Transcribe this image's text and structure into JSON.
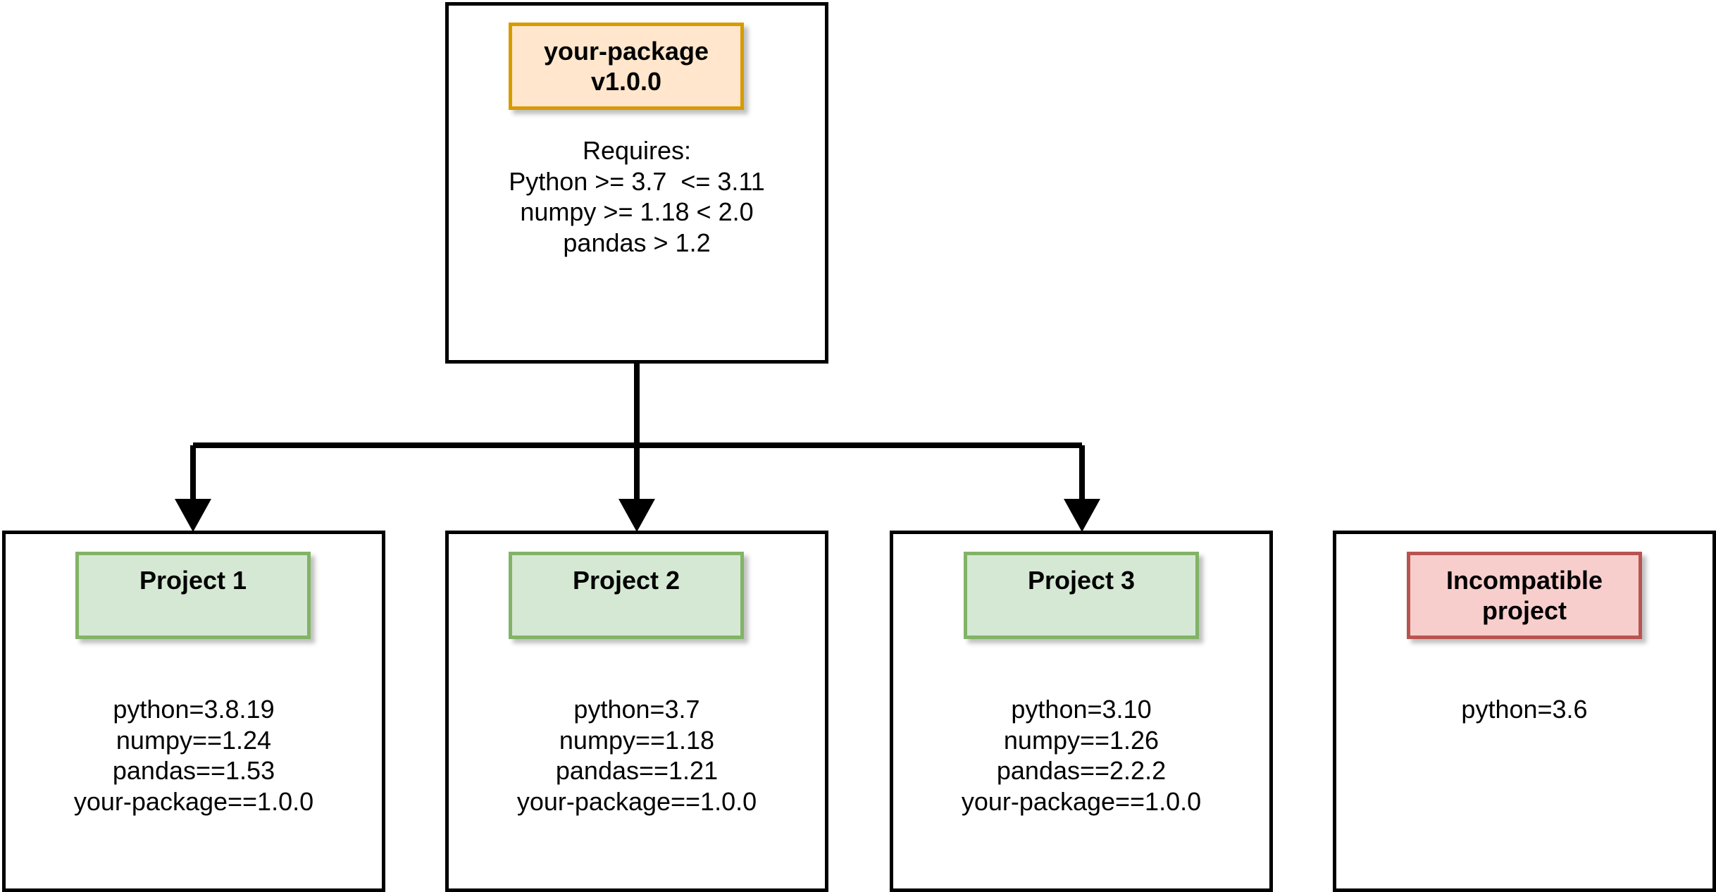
{
  "package": {
    "name": "your-package",
    "version": "v1.0.0",
    "requires_title": "Requires:",
    "requirements": [
      "Python >= 3.7  <= 3.11",
      "numpy >= 1.18 < 2.0",
      "pandas > 1.2"
    ]
  },
  "projects": [
    {
      "title": "Project 1",
      "status": "compatible",
      "deps": [
        "python=3.8.19",
        "numpy==1.24",
        "pandas==1.53",
        "your-package==1.0.0"
      ]
    },
    {
      "title": "Project 2",
      "status": "compatible",
      "deps": [
        "python=3.7",
        "numpy==1.18",
        "pandas==1.21",
        "your-package==1.0.0"
      ]
    },
    {
      "title": "Project 3",
      "status": "compatible",
      "deps": [
        "python=3.10",
        "numpy==1.26",
        "pandas==2.2.2",
        "your-package==1.0.0"
      ]
    },
    {
      "title_lines": [
        "Incompatible",
        "project"
      ],
      "status": "incompatible",
      "deps": [
        "python=3.6"
      ]
    }
  ],
  "colors": {
    "package_fill": "#ffe6cc",
    "package_border": "#d79b00",
    "compatible_fill": "#d5e8d4",
    "compatible_border": "#82b366",
    "incompatible_fill": "#f8cecc",
    "incompatible_border": "#b85450",
    "lines": "#000000"
  }
}
